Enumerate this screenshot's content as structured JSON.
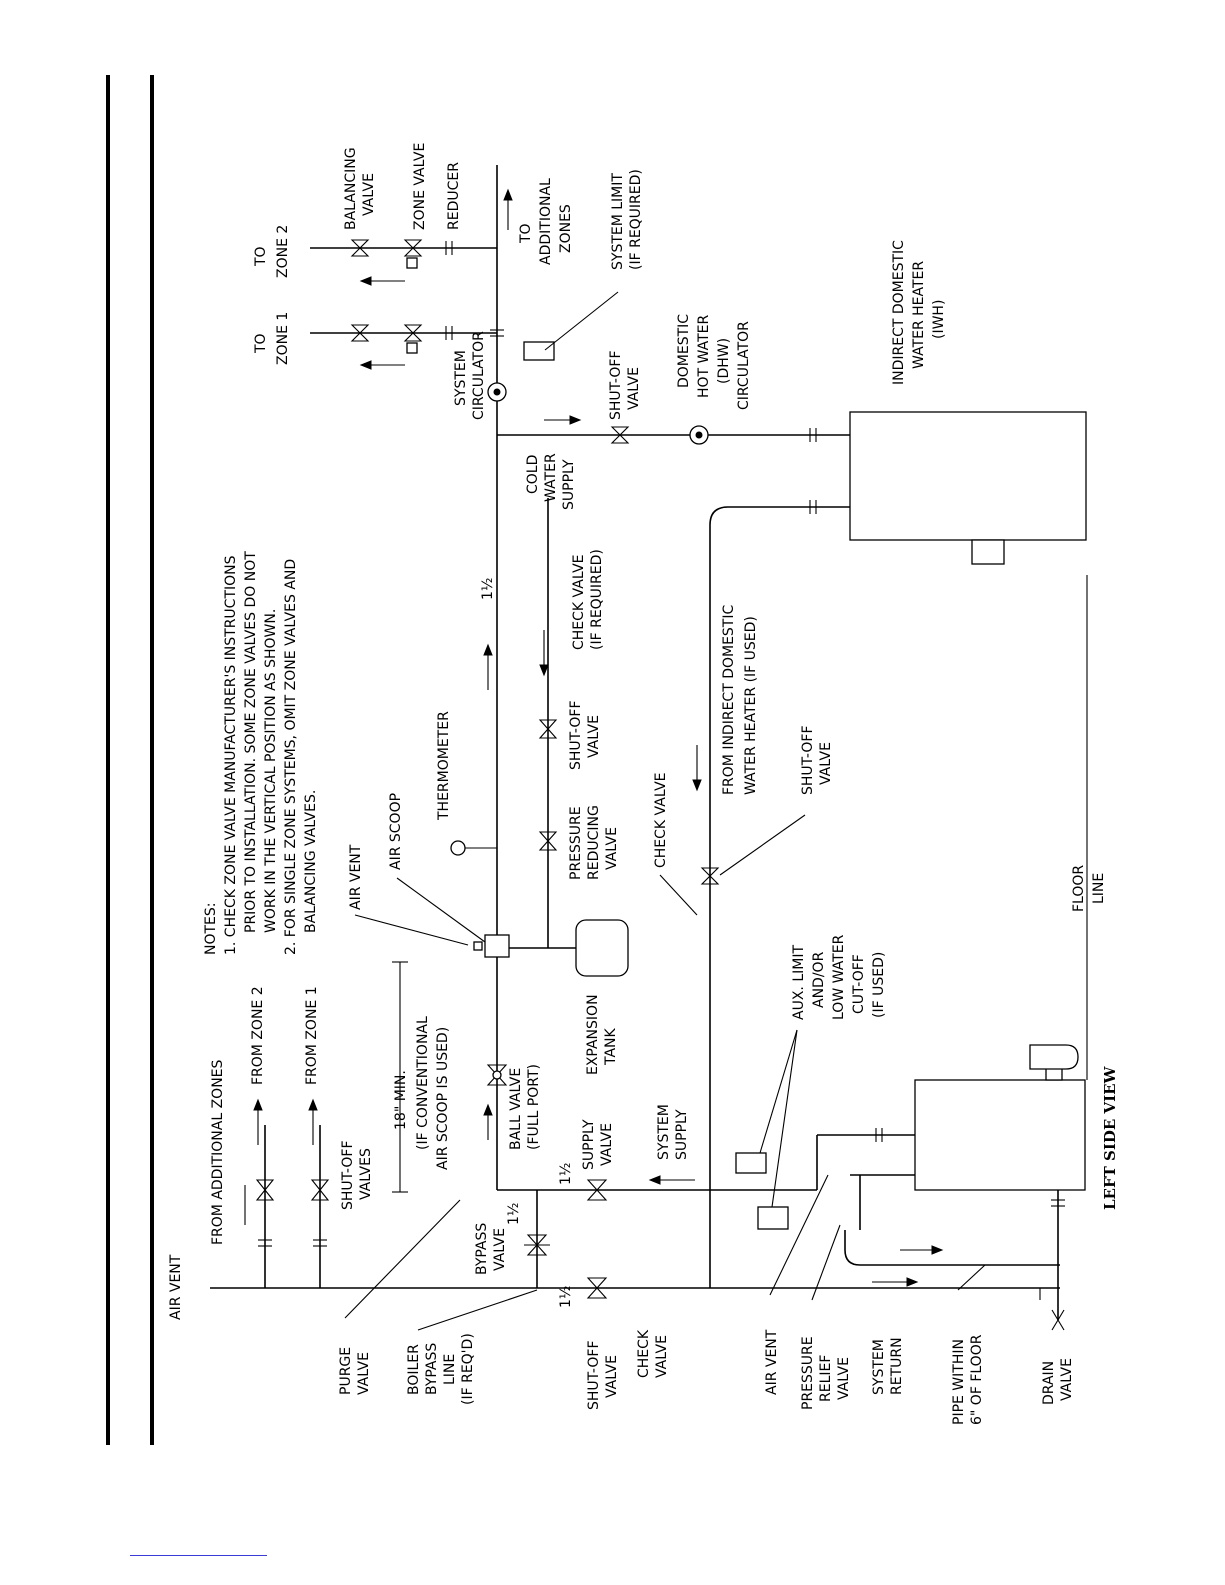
{
  "diagram": {
    "title": "LEFT SIDE VIEW",
    "notes": {
      "heading": "NOTES:",
      "lines": [
        "1.  CHECK ZONE VALVE MANUFACTURER'S INSTRUCTIONS",
        "PRIOR TO INSTALLATION. SOME ZONE VALVES DO NOT",
        "WORK IN THE VERTICAL POSITION AS SHOWN.",
        "2.  FOR SINGLE ZONE SYSTEMS, OMIT ZONE VALVES AND",
        "BALANCING VALVES."
      ]
    },
    "pipe_sizes": {
      "main": "1½",
      "supply": "1½",
      "return": "1½",
      "bypass": "1½"
    },
    "labels": {
      "air_vent_top": "AIR VENT",
      "from_additional_zones": "FROM ADDITIONAL ZONES",
      "from_zone_2": "FROM ZONE 2",
      "from_zone_1": "FROM ZONE 1",
      "shutoff_valves": [
        "SHUT-OFF",
        "VALVES"
      ],
      "purge_valve": [
        "PURGE",
        "VALVE"
      ],
      "boiler_bypass": [
        "BOILER",
        "BYPASS",
        "LINE",
        "(IF REQ'D)"
      ],
      "shutoff_valve_return": [
        "SHUT-OFF",
        "VALVE"
      ],
      "check_valve_return": [
        "CHECK",
        "VALVE"
      ],
      "bypass_valve": [
        "BYPASS",
        "VALVE"
      ],
      "supply_valve": [
        "SUPPLY",
        "VALVE"
      ],
      "system_supply": [
        "SYSTEM",
        "SUPPLY"
      ],
      "ball_valve": [
        "BALL VALVE",
        "(FULL PORT)"
      ],
      "expansion_tank": [
        "EXPANSION",
        "TANK"
      ],
      "min_18": [
        "18\" MIN.",
        "(IF CONVENTIONAL",
        "AIR SCOOP IS USED)"
      ],
      "air_vent": "AIR VENT",
      "air_scoop": "AIR SCOOP",
      "thermometer": "THERMOMETER",
      "pressure_reducing_valve": [
        "PRESSURE",
        "REDUCING",
        "VALVE"
      ],
      "shutoff_valve_cold": [
        "SHUT-OFF",
        "VALVE"
      ],
      "check_valve_cold": [
        "CHECK VALVE",
        "(IF REQUIRED)"
      ],
      "cold_water_supply": [
        "COLD",
        "WATER",
        "SUPPLY"
      ],
      "system_circulator": [
        "SYSTEM",
        "CIRCULATOR"
      ],
      "to_zone_1": [
        "TO",
        "ZONE 1"
      ],
      "to_zone_2": [
        "TO",
        "ZONE 2"
      ],
      "balancing_valve": [
        "BALANCING",
        "VALVE"
      ],
      "zone_valve": "ZONE VALVE",
      "reducer": "REDUCER",
      "to_additional_zones": [
        "TO",
        "ADDITIONAL",
        "ZONES"
      ],
      "system_limit": [
        "SYSTEM LIMIT",
        "(IF REQUIRED)"
      ],
      "shutoff_valve_dhw": [
        "SHUT-OFF",
        "VALVE"
      ],
      "dhw_circulator": [
        "DOMESTIC",
        "HOT WATER",
        "(DHW)",
        "CIRCULATOR"
      ],
      "iwh": [
        "INDIRECT DOMESTIC",
        "WATER HEATER",
        "(IWH)"
      ],
      "from_iwh": [
        "FROM INDIRECT DOMESTIC",
        "WATER HEATER (IF USED)"
      ],
      "shutoff_valve_iwh": [
        "SHUT-OFF",
        "VALVE"
      ],
      "check_valve_iwh": "CHECK VALVE",
      "floor_line": [
        "FLOOR",
        "LINE"
      ],
      "aux_limit": [
        "AUX. LIMIT",
        "AND/OR",
        "LOW WATER",
        "CUT-OFF",
        "(IF USED)"
      ],
      "air_vent_boiler": "AIR VENT",
      "pressure_relief_valve": [
        "PRESSURE",
        "RELIEF",
        "VALVE"
      ],
      "system_return": [
        "SYSTEM",
        "RETURN"
      ],
      "pipe_within": [
        "PIPE WITHIN",
        "6\" OF FLOOR"
      ],
      "drain_valve": [
        "DRAIN",
        "VALVE"
      ]
    }
  }
}
